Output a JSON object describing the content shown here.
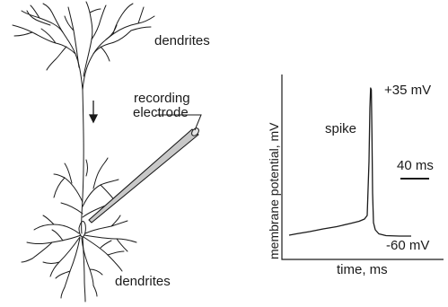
{
  "labels": {
    "dendrites_top": "dendrites",
    "dendrites_bottom": "dendrites",
    "recording_line1": "recording",
    "recording_line2": "electrode",
    "ylabel": "membrane potential, mV",
    "xlabel": "time, ms",
    "peak": "+35 mV",
    "rest": "-60 mV",
    "spike": "spike",
    "scalebar": "40 ms"
  },
  "trace": {
    "rest_mV": -60,
    "peak_mV": 35,
    "scalebar_ms": 40
  },
  "colors": {
    "ink": "#1a1a1a",
    "electrode": "#c8c8c8"
  }
}
